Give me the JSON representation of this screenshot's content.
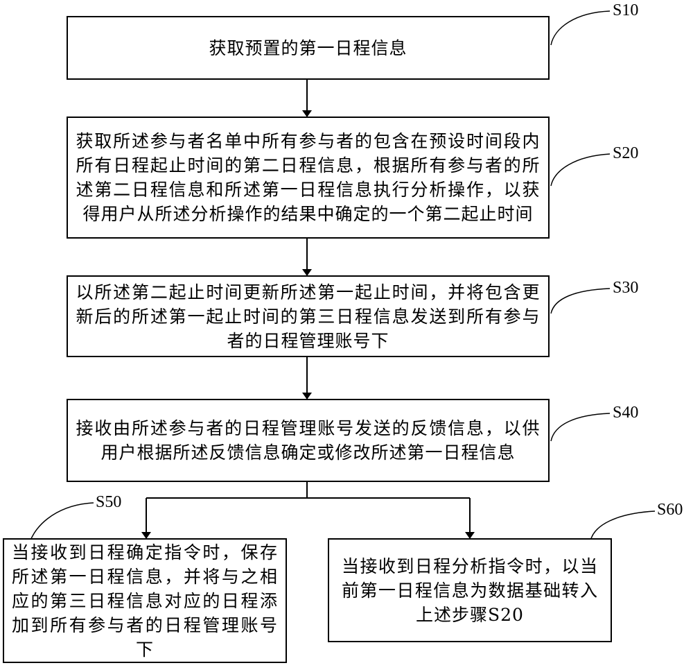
{
  "steps": [
    {
      "id": "S10",
      "text": "获取预置的第一日程信息"
    },
    {
      "id": "S20",
      "text": "获取所述参与者名单中所有参与者的包含在预设时间段内所有日程起止时间的第二日程信息，根据所有参与者的所述第二日程信息和所述第一日程信息执行分析操作，以获得用户从所述分析操作的结果中确定的一个第二起止时间"
    },
    {
      "id": "S30",
      "text": "以所述第二起止时间更新所述第一起止时间，并将包含更新后的所述第一起止时间的第三日程信息发送到所有参与者的日程管理账号下"
    },
    {
      "id": "S40",
      "text": "接收由所述参与者的日程管理账号发送的反馈信息，以供用户根据所述反馈信息确定或修改所述第一日程信息"
    },
    {
      "id": "S50",
      "text": "当接收到日程确定指令时，保存所述第一日程信息，并将与之相应的第三日程信息对应的日程添加到所有参与者的日程管理账号下"
    },
    {
      "id": "S60",
      "text": "当接收到日程分析指令时，以当前第一日程信息为数据基础转入上述步骤S20"
    }
  ]
}
